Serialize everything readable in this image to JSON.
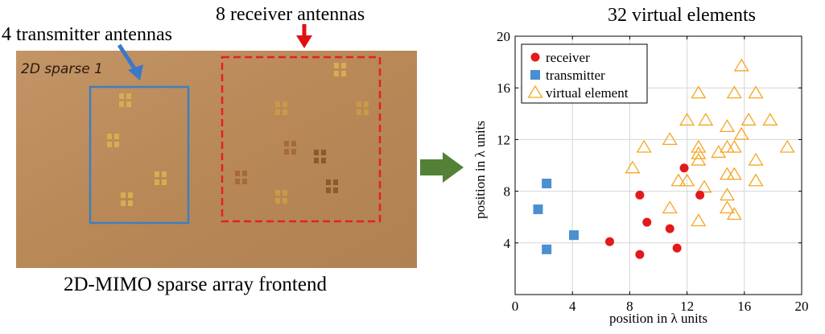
{
  "photo": {
    "handwritten_label": "2D sparse 1",
    "tx_label": "4 transmitter antennas",
    "rx_label": "8 receiver antennas",
    "caption": "2D-MIMO sparse array frontend",
    "colors": {
      "board": "#b98a5a",
      "tx_box": "#3f7fc0",
      "rx_box": "#e62020",
      "arrow_blue": "#3b78c8",
      "arrow_red": "#e01010",
      "arrow_green": "#538135"
    }
  },
  "chart_data": {
    "type": "scatter",
    "title": "32 virtual elements",
    "xlabel": "position in λ units",
    "ylabel": "position in λ units",
    "xlim": [
      0,
      20
    ],
    "ylim": [
      0,
      20
    ],
    "xticks": [
      "0",
      "4",
      "8",
      "12",
      "16",
      "20"
    ],
    "yticks": [
      "4",
      "8",
      "12",
      "16",
      "20"
    ],
    "grid": true,
    "legend_position": "top-left",
    "series": [
      {
        "name": "receiver",
        "marker": "circle",
        "color": "#e31a1c",
        "points": [
          [
            6.6,
            4.1
          ],
          [
            8.7,
            3.1
          ],
          [
            8.7,
            7.7
          ],
          [
            9.2,
            5.6
          ],
          [
            10.8,
            5.1
          ],
          [
            11.3,
            3.6
          ],
          [
            11.8,
            9.8
          ],
          [
            12.9,
            7.7
          ]
        ]
      },
      {
        "name": "transmitter",
        "marker": "square",
        "color": "#4a90d0",
        "points": [
          [
            1.6,
            6.6
          ],
          [
            2.2,
            8.6
          ],
          [
            2.2,
            3.5
          ],
          [
            4.1,
            4.6
          ]
        ]
      },
      {
        "name": "virtual element",
        "marker": "triangle",
        "color": "#f5a623",
        "points": [
          [
            8.2,
            9.8
          ],
          [
            9.0,
            11.4
          ],
          [
            10.8,
            12.0
          ],
          [
            10.8,
            6.7
          ],
          [
            11.4,
            8.8
          ],
          [
            12.0,
            13.5
          ],
          [
            12.0,
            8.8
          ],
          [
            12.8,
            15.6
          ],
          [
            12.8,
            11.4
          ],
          [
            12.8,
            10.9
          ],
          [
            12.8,
            10.4
          ],
          [
            12.8,
            5.7
          ],
          [
            13.2,
            8.3
          ],
          [
            13.3,
            13.5
          ],
          [
            14.2,
            11.0
          ],
          [
            14.8,
            13.0
          ],
          [
            14.8,
            11.4
          ],
          [
            14.8,
            9.3
          ],
          [
            14.8,
            7.7
          ],
          [
            14.8,
            6.7
          ],
          [
            15.3,
            15.6
          ],
          [
            15.3,
            11.4
          ],
          [
            15.3,
            9.3
          ],
          [
            15.3,
            6.2
          ],
          [
            15.8,
            17.7
          ],
          [
            15.8,
            12.4
          ],
          [
            16.3,
            13.5
          ],
          [
            16.8,
            15.6
          ],
          [
            16.8,
            10.4
          ],
          [
            16.8,
            8.8
          ],
          [
            17.8,
            13.5
          ],
          [
            19.0,
            11.4
          ]
        ]
      }
    ]
  }
}
